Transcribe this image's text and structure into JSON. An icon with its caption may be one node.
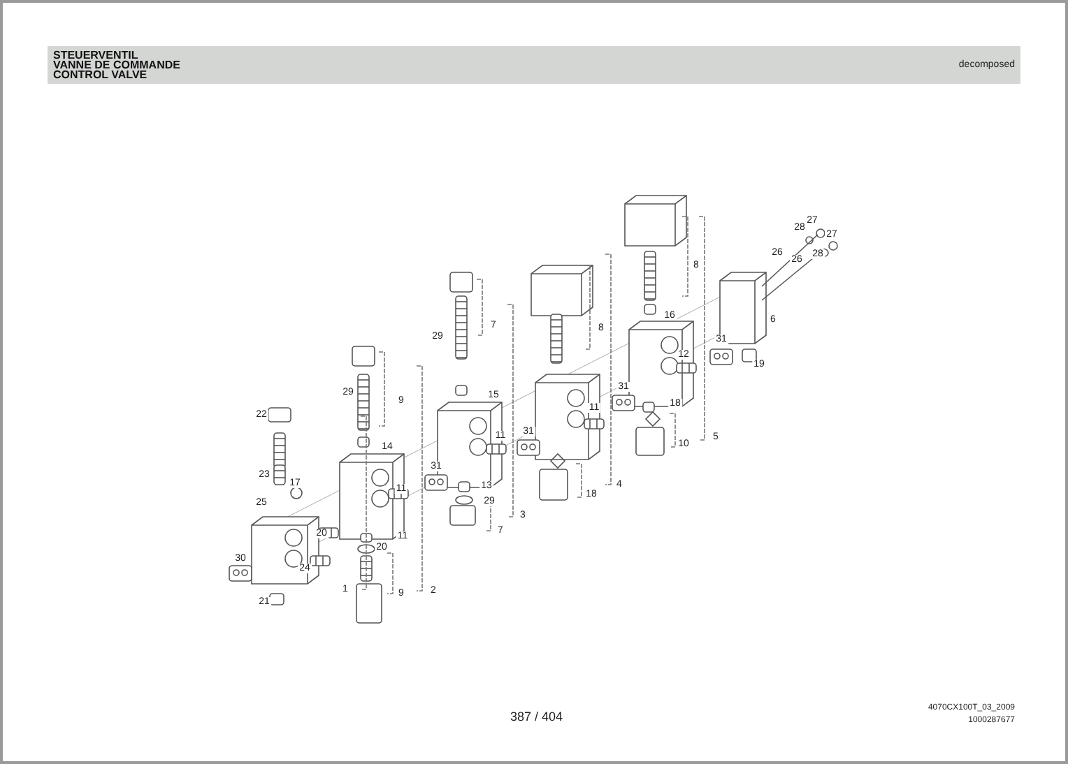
{
  "diagram": {
    "labels": [
      "STEUERVENTIL",
      "VANNE DE COMMANDE",
      "CONTROL VALVE",
      "decomposed",
      "27",
      "28",
      "27",
      "26",
      "28",
      "26",
      "8",
      "6",
      "16",
      "7",
      "8",
      "29",
      "31",
      "12",
      "19",
      "31",
      "29",
      "15",
      "9",
      "18",
      "11",
      "22",
      "31",
      "5",
      "11",
      "10",
      "14",
      "31",
      "23",
      "17",
      "4",
      "13",
      "11",
      "18",
      "29",
      "25",
      "3",
      "7",
      "20",
      "11",
      "20",
      "30",
      "24",
      "1",
      "2",
      "9",
      "21",
      "387 / 404",
      "4070CX100T_03_2009",
      "1000287677"
    ]
  }
}
